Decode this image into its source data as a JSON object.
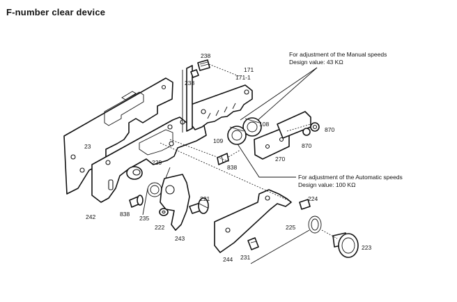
{
  "title": "F-number clear device",
  "annotations": {
    "manual": {
      "line1": "For adjustment of the Manual speeds",
      "line2": "Design value: 43 KΩ"
    },
    "automatic": {
      "line1": "For adjustment of the Automatic speeds",
      "line2": "Design value: 100 KΩ"
    }
  },
  "part_labels": {
    "p238a": "238",
    "p171": "171",
    "p171_1": "171-1",
    "p238b": "238",
    "p108": "108",
    "p870a": "870",
    "p870b": "870",
    "p23": "23",
    "p229": "229",
    "p109": "109",
    "p838a": "838",
    "p270": "270",
    "p242": "242",
    "p838b": "838",
    "p235": "235",
    "p222": "222",
    "p221": "221",
    "p243": "243",
    "p224": "224",
    "p225": "225",
    "p223": "223",
    "p231": "231",
    "p244": "244"
  }
}
